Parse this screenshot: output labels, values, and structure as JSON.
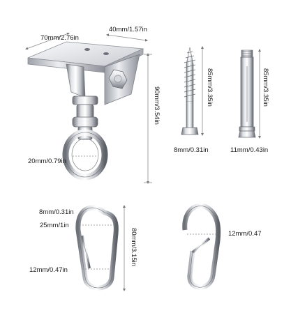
{
  "product": {
    "ceiling_mount": {
      "width_label": "70mm/2.76in",
      "depth_label": "40mm/1.57in",
      "height_label": "90mm/3.54in",
      "ring_label": "20mm/0.79in"
    },
    "lag_screw": {
      "length_label": "85mm/3.35in",
      "diameter_label": "8mm/0.31in"
    },
    "anchor_bolt": {
      "length_label": "85mm/3.35in",
      "diameter_label": "11mm/0.43in"
    },
    "carabiner": {
      "wire_label": "8mm/0.31in",
      "opening_label": "25mm/1in",
      "bottom_label": "12mm/0.47in",
      "length_label": "80mm/3.15in"
    },
    "open_hook": {
      "gap_label": "12mm/0.47"
    }
  },
  "colors": {
    "steel_light": "#f4f5f7",
    "steel_mid": "#b9bcc2",
    "steel_dark": "#5f636a",
    "dimension_line": "#8a8a8a",
    "text": "#1a1a1a"
  }
}
